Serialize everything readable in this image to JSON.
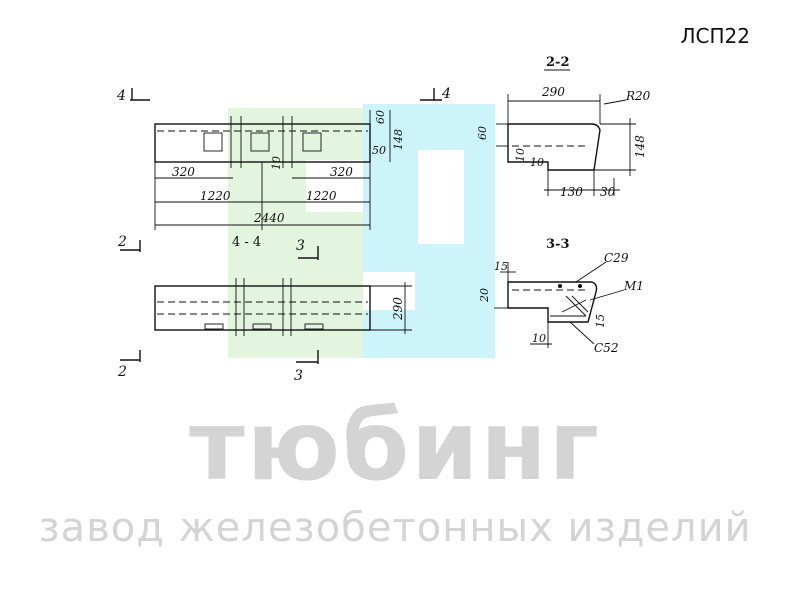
{
  "document": {
    "code": "ЛСП22",
    "brand_name": "тюбинг",
    "brand_tagline": "завод железобетонных изделий"
  },
  "views": {
    "plan": {
      "section_marks": [
        "4",
        "4"
      ],
      "dimensions": [
        "60",
        "148",
        "50",
        "10",
        "320",
        "320",
        "1220",
        "1220",
        "2440"
      ]
    },
    "section_4_4": {
      "title": "4 - 4",
      "section_marks": [
        "2",
        "2",
        "3",
        "3"
      ],
      "dimensions": [
        "290"
      ]
    },
    "section_2_2": {
      "title": "2-2",
      "dimensions": [
        "290",
        "R20",
        "60",
        "148",
        "10",
        "10",
        "130",
        "30"
      ]
    },
    "section_3_3": {
      "title": "3-3",
      "dimensions": [
        "15",
        "20",
        "15",
        "10"
      ],
      "labels": [
        "С29",
        "М1",
        "С52"
      ]
    }
  },
  "colors": {
    "logo_green": "#e3f5df",
    "logo_cyan": "#cdf3fb",
    "brand_gray": "#d4d4d4"
  }
}
